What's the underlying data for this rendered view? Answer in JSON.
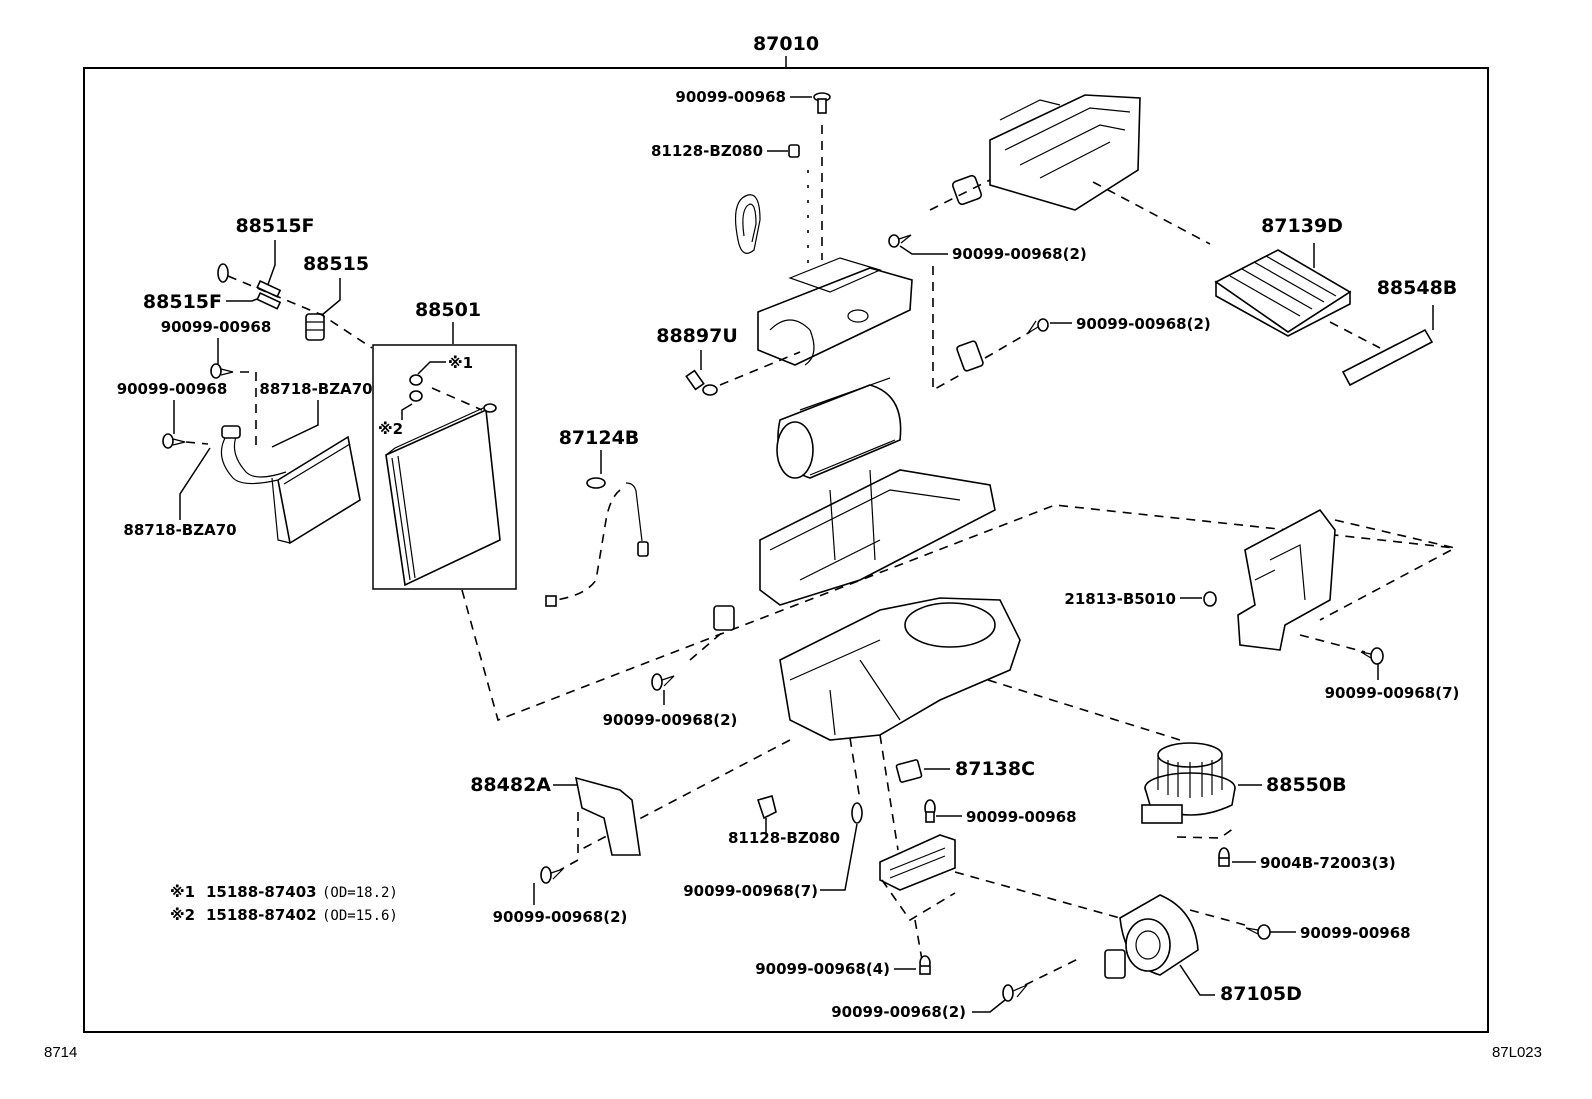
{
  "assembly": {
    "part_number": "87010"
  },
  "callouts": {
    "c_88515F_a": "88515F",
    "c_88515": "88515",
    "c_88515F_b": "88515F",
    "c_90099_a": "90099-00968",
    "c_90099_b": "90099-00968",
    "c_88718_a": "88718-BZA70",
    "c_88718_b": "88718-BZA70",
    "c_88501": "88501",
    "c_note1_mark": "※1",
    "c_note2_mark": "※2",
    "c_87124B": "87124B",
    "c_90099_top": "90099-00968",
    "c_81128_top": "81128-BZ080",
    "c_90099_2a": "90099-00968(2)",
    "c_88897U": "88897U",
    "c_90099_2b": "90099-00968(2)",
    "c_87139D": "87139D",
    "c_88548B": "88548B",
    "c_21813": "21813-B5010",
    "c_90099_7a": "90099-00968(7)",
    "c_90099_2c": "90099-00968(2)",
    "c_88482A": "88482A",
    "c_81128_bot": "81128-BZ080",
    "c_87138C": "87138C",
    "c_90099_c": "90099-00968",
    "c_90099_7b": "90099-00968(7)",
    "c_90099_2d": "90099-00968(2)",
    "c_88550B": "88550B",
    "c_9004B": "9004B-72003(3)",
    "c_90099_d": "90099-00968",
    "c_90099_4": "90099-00968(4)",
    "c_90099_2e": "90099-00968(2)",
    "c_87105D": "87105D"
  },
  "notes": [
    {
      "mark": "※1",
      "part": "15188-87403",
      "spec": "(OD=18.2)"
    },
    {
      "mark": "※2",
      "part": "15188-87402",
      "spec": "(OD=15.6)"
    }
  ],
  "footer": {
    "left_code": "8714",
    "right_code": "87L023"
  }
}
